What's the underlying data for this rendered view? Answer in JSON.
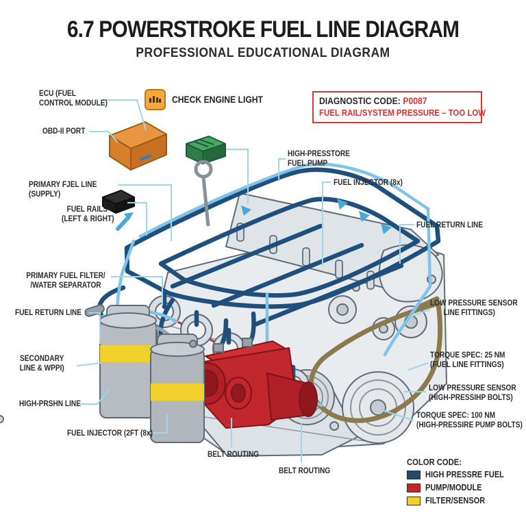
{
  "header": {
    "title": "6.7 POWERSTROKE FUEL LINE DIAGRAM",
    "subtitle": "PROFESSIONAL EDUCATIONAL DIAGRAM"
  },
  "check_engine": {
    "label": "CHECK ENGINE LIGHT"
  },
  "diagnostic": {
    "label": "DIAGNOSTIC CODE:",
    "code": "P0087",
    "description": "FUEL RAIL/SYSTEM PRESSURE – TOO LOW"
  },
  "callouts": {
    "ecu": {
      "lines": [
        "ECU (FUEL",
        "CONTROL MODULE)"
      ]
    },
    "obd_port": {
      "lines": [
        "OBD-II PORT"
      ]
    },
    "primary_fuel_line": {
      "lines": [
        "PRIMARY FJEL LINE",
        "(SUPPLY)"
      ]
    },
    "fuel_rails": {
      "lines": [
        "FUEL RAILS",
        "(LEFT & RIGHT)"
      ]
    },
    "primary_fuel_filter": {
      "lines": [
        "PRIMARY FUEL FILTER/",
        "/WATER SEPARATOR"
      ]
    },
    "fuel_return_left": {
      "lines": [
        "FUEL RETURN LINE"
      ]
    },
    "secondary_line": {
      "lines": [
        "SECONDARY",
        "LINE & WPPI)"
      ]
    },
    "high_prshn_line": {
      "lines": [
        "HIGH-PRSHN LINE"
      ]
    },
    "fuel_injector_left": {
      "lines": [
        "FUEL INJECTOR (2FT (8x)"
      ]
    },
    "high_pressure_pump": {
      "lines": [
        "HIGH-PRESSTORE",
        "FUEL PUMP"
      ]
    },
    "fuel_injector_right": {
      "lines": [
        "FUEL INJECTOR (8x)"
      ]
    },
    "fuel_return_right": {
      "lines": [
        "FUEL RETURN LINE"
      ]
    },
    "low_pressure_sensor_fittings": {
      "lines": [
        "LOW PRESSURE SENSOR",
        "LINE FITTINGS)"
      ]
    },
    "torque_spec_25": {
      "lines": [
        "TORQUE SPEC: 25 NM",
        "(FUEL LINE FITTINGS)"
      ]
    },
    "low_pressure_sensor_bolts": {
      "lines": [
        "LOW PRESSURE SENSOR",
        "(HIGH-PRESSIHP BOLTS)"
      ]
    },
    "torque_spec_100": {
      "lines": [
        "TORQUE SPEC: 100 NM",
        "(HIGH-PRESSIRE PUMP BOLTS)"
      ]
    },
    "belt_routing_left": {
      "lines": [
        "BELT ROUTING"
      ]
    },
    "belt_routing_right": {
      "lines": [
        "BELT ROUTING"
      ]
    }
  },
  "legend": {
    "title": "COLOR CODE:",
    "items": [
      {
        "label": "HIGH PRESSRE FUEL",
        "color": "#23486b"
      },
      {
        "label": "PUMP/MODULE",
        "color": "#cc2127"
      },
      {
        "label": "FILTER/SENSOR",
        "color": "#f3d02b"
      }
    ]
  },
  "colors": {
    "high_pressure_line": "#1e4f7d",
    "return_line": "#7fc4e8",
    "leader_line": "#9fd6ea",
    "pump_red": "#c1272d",
    "filter_band_yellow": "#f0d02c",
    "diagnostic_red": "#d03431",
    "check_engine_amber": "#f5a93c",
    "ecu_orange": "#e0883a",
    "obd_green": "#3f9c5c"
  }
}
